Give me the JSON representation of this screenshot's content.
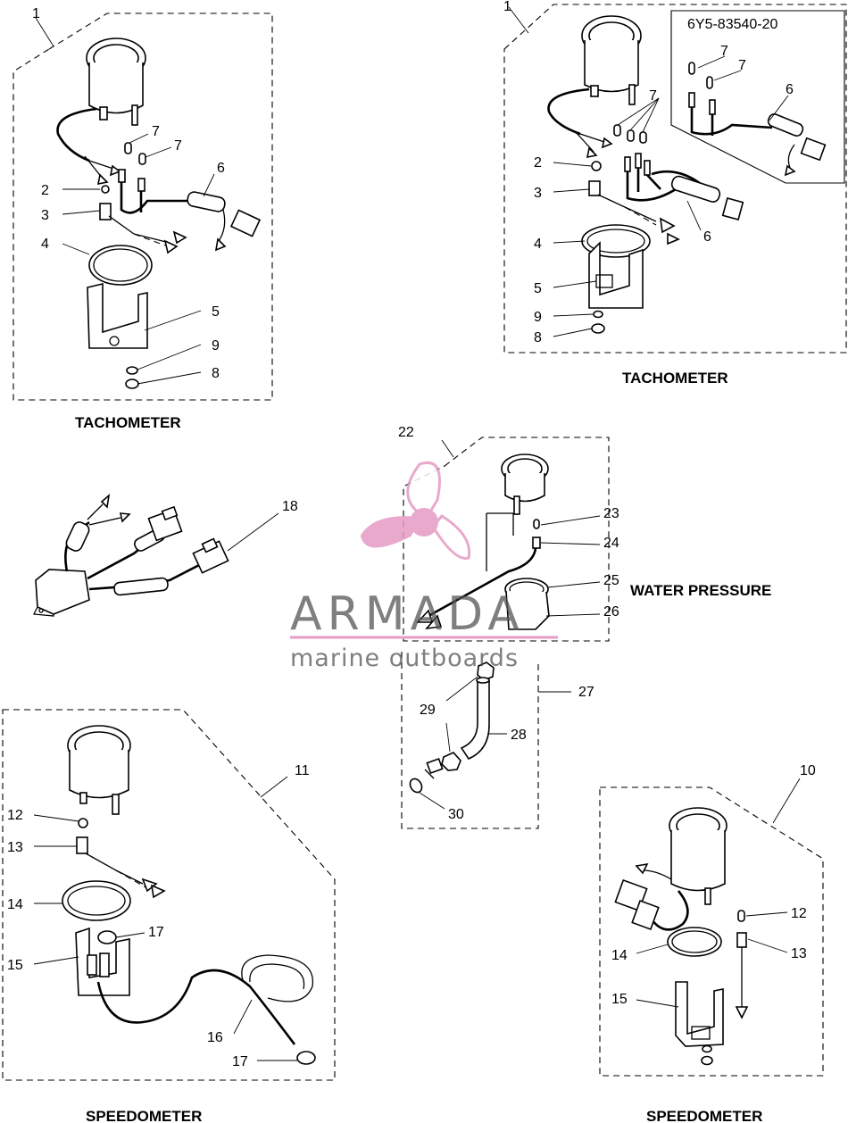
{
  "captions": {
    "tach_left": "TACHOMETER",
    "tach_right": "TACHOMETER",
    "water": "WATER PRESSURE",
    "speedo_left": "SPEEDOMETER",
    "speedo_right": "SPEEDOMETER"
  },
  "code_box": "6Y5-83540-20",
  "labels": {
    "tl_1": "1",
    "tl_2": "2",
    "tl_3": "3",
    "tl_4": "4",
    "tl_5": "5",
    "tl_6": "6",
    "tl_7a": "7",
    "tl_7b": "7",
    "tl_8": "8",
    "tl_9": "9",
    "tr_1": "1",
    "tr_2": "2",
    "tr_3": "3",
    "tr_4": "4",
    "tr_5": "5",
    "tr_6": "6",
    "tr_6b": "6",
    "tr_7": "7",
    "tr_7b": "7",
    "tr_7c": "7",
    "tr_8": "8",
    "tr_9": "9",
    "p18": "18",
    "p22": "22",
    "p23": "23",
    "p24": "24",
    "p25": "25",
    "p26": "26",
    "p27": "27",
    "p28": "28",
    "p29": "29",
    "p30": "30",
    "sl_11": "11",
    "sl_12": "12",
    "sl_13": "13",
    "sl_14": "14",
    "sl_15": "15",
    "sl_16": "16",
    "sl_17a": "17",
    "sl_17b": "17",
    "sr_10": "10",
    "sr_12": "12",
    "sr_13": "13",
    "sr_14": "14",
    "sr_15": "15"
  },
  "watermark": {
    "brand": "ARMADA",
    "tagline": "marine outboards",
    "color": "#e59bc4"
  }
}
